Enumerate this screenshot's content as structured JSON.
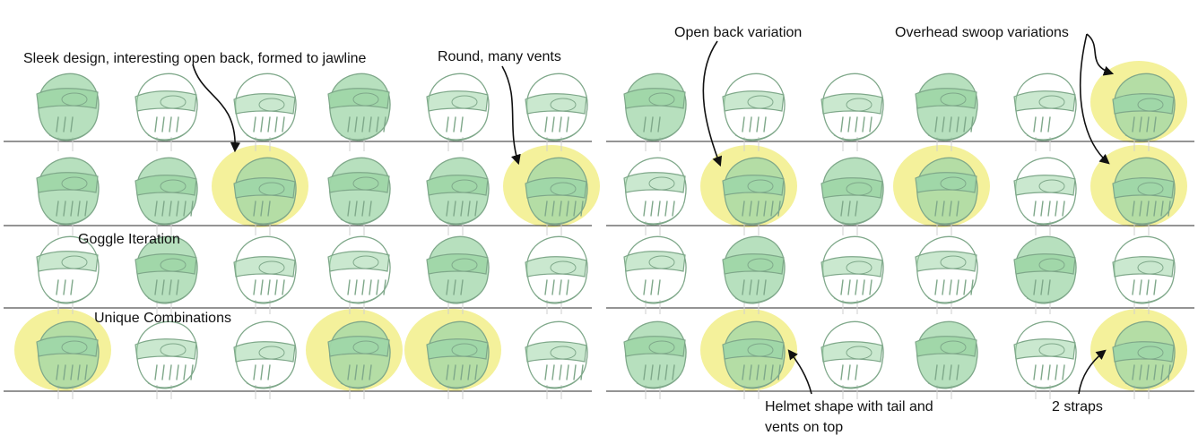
{
  "annotations": {
    "sleek": "Sleek design, interesting open back, formed to jawline",
    "round": "Round, many vents",
    "open_back": "Open back variation",
    "overhead": "Overhead swoop variations",
    "goggle": "Goggle Iteration",
    "unique": "Unique Combinations",
    "helmet_line1": "Helmet shape with tail and",
    "helmet_line2": "vents on top",
    "straps": "2 straps"
  },
  "colors": {
    "sketch_line": "#7fa88a",
    "mask_fill": "#9fd6a8",
    "highlight": "#f2ee8a",
    "divider": "#555555",
    "arrow": "#111111"
  }
}
